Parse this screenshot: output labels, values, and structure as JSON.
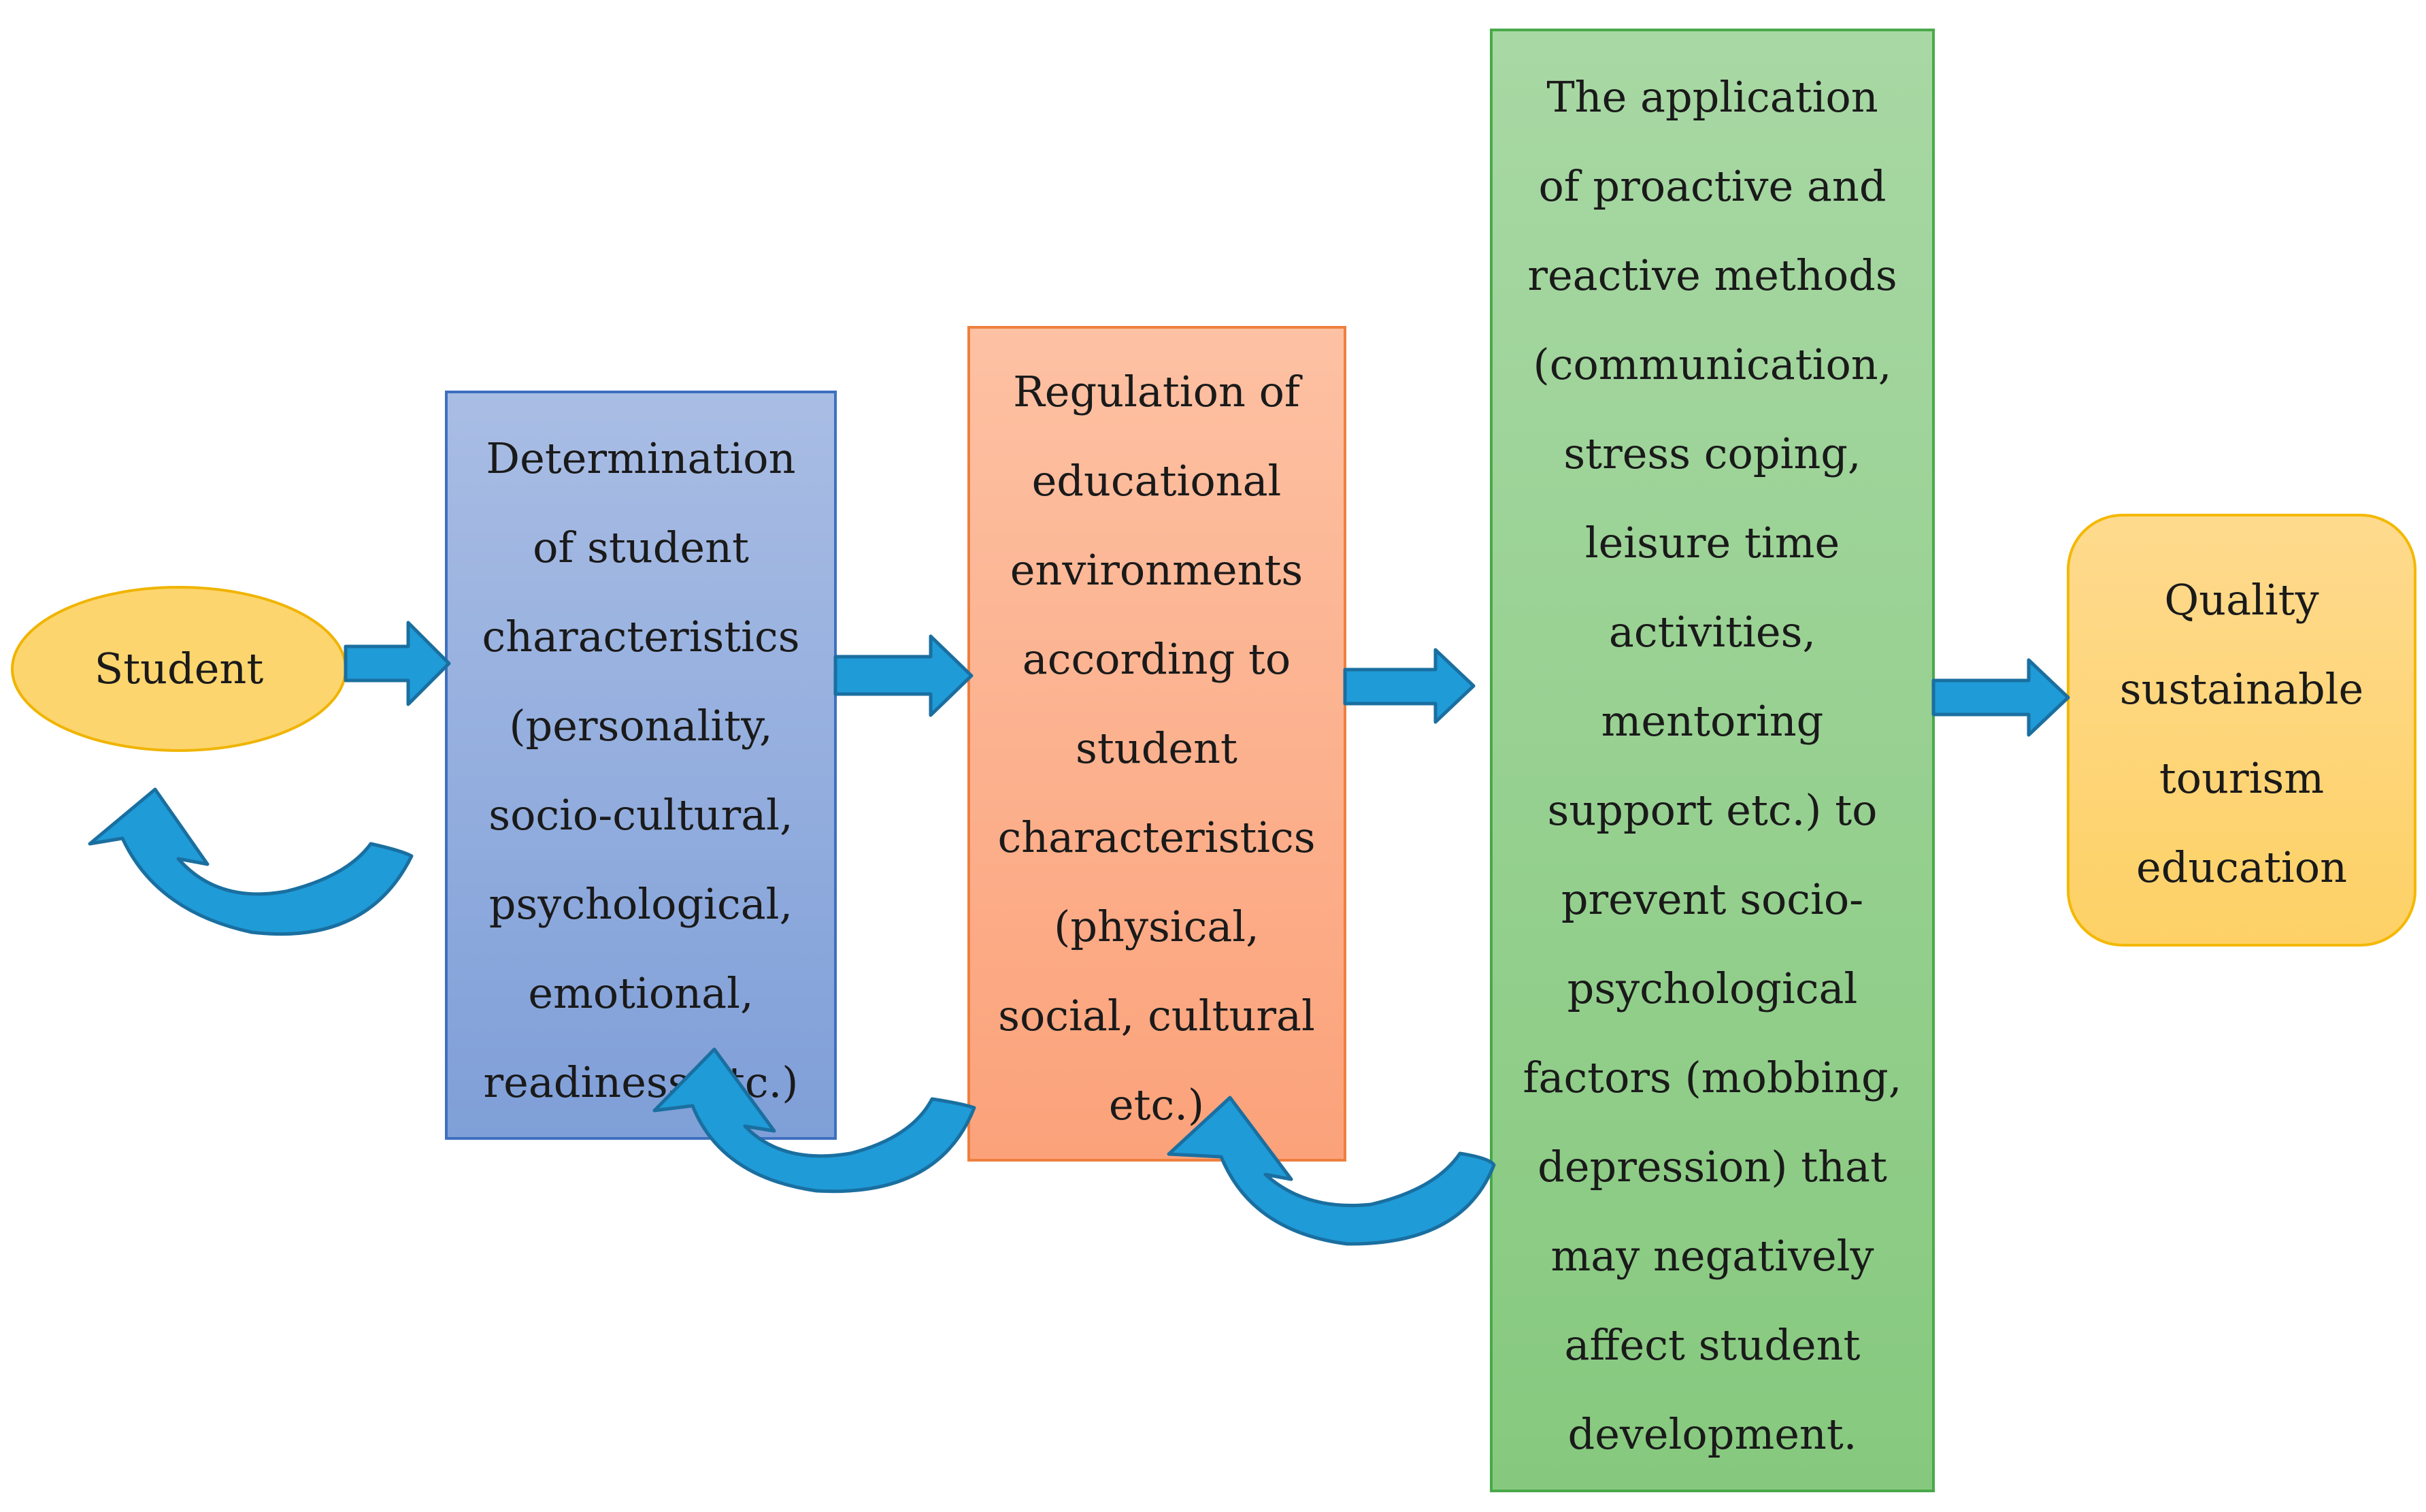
{
  "nodes": {
    "student": {
      "lines": [
        "Student"
      ]
    },
    "determination": {
      "lines": [
        "Determination",
        "of student",
        "characteristics",
        "(personality,",
        "socio-cultural,",
        "psychological,",
        "emotional,",
        "readiness etc.)"
      ]
    },
    "regulation": {
      "lines": [
        "Regulation of",
        "educational",
        "environments",
        "according to",
        "student",
        "characteristics",
        "(physical,",
        "social, cultural",
        "etc.)"
      ]
    },
    "application": {
      "lines": [
        "The application",
        "of proactive and",
        "reactive methods",
        "(communication,",
        "stress coping,",
        "leisure time",
        "activities,",
        "mentoring",
        "support etc.) to",
        "prevent socio-",
        "psychological",
        "factors (mobbing,",
        "depression) that",
        "may negatively",
        "affect student",
        "development."
      ]
    },
    "quality": {
      "lines": [
        "Quality",
        "sustainable",
        "tourism",
        "education"
      ]
    }
  },
  "colors": {
    "arrow_fill": "#1f9bd7",
    "arrow_stroke": "#1a6fa0",
    "student_fill": "#fdd56e",
    "student_stroke": "#f0b400",
    "determination_top": "#a9bde4",
    "determination_bottom": "#7f9fd8",
    "determination_stroke": "#3e6fbf",
    "regulation_top": "#fdc1a3",
    "regulation_bottom": "#fba27a",
    "regulation_stroke": "#ef7f3f",
    "application_top": "#a8d8a4",
    "application_bottom": "#86c97e",
    "application_stroke": "#4aa94a",
    "quality_top": "#feda8e",
    "quality_bottom": "#fdd166",
    "quality_stroke": "#f4b800"
  }
}
